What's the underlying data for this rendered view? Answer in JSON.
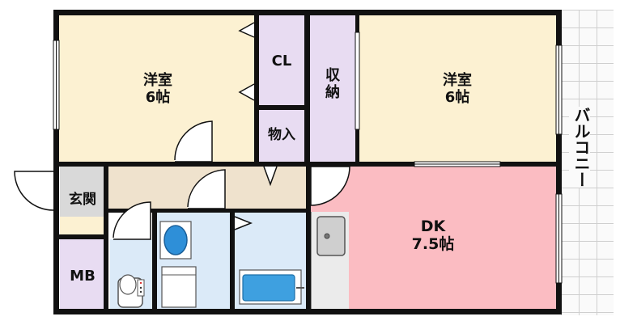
{
  "rooms": {
    "western_room_left": {
      "name": "洋室",
      "size": "6帖"
    },
    "western_room_right": {
      "name": "洋室",
      "size": "6帖"
    },
    "closet": {
      "name": "CL"
    },
    "storage": {
      "line1": "収",
      "line2": "納"
    },
    "closet_small": {
      "name": "物入"
    },
    "entrance": {
      "name": "玄関"
    },
    "meter_box": {
      "name": "MB"
    },
    "dining_kitchen": {
      "name": "DK",
      "size": "7.5帖"
    },
    "balcony": {
      "name": "バルコニー"
    }
  },
  "colors": {
    "western_room": "#fcf1d2",
    "closet": "#e8dcf2",
    "dk": "#fbbcc2",
    "hall": "#efe2cd",
    "entrance": "#d9d9d9",
    "wet_area": "#dbeaf8",
    "kitchen_counter": "#ebebeb",
    "wall": "#111111"
  }
}
